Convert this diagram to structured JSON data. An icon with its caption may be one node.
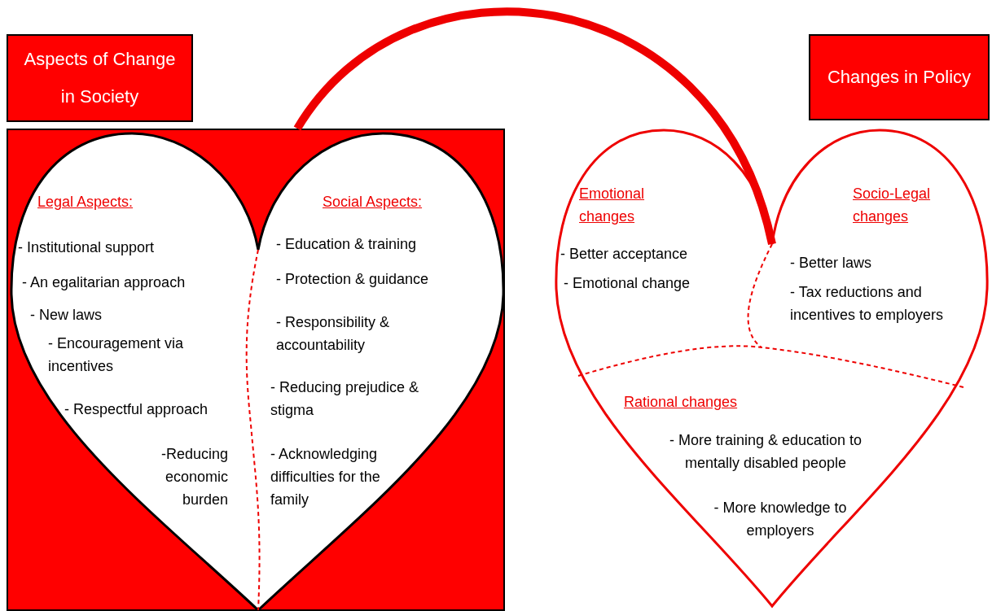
{
  "diagram": {
    "nodes": [
      {
        "text": [
          "Aspects of Change in Society"
        ]
      },
      {
        "text": [
          "Changes in Policy"
        ]
      },
      {
        "text": [],
        "shape": "box"
      },
      {
        "text": [],
        "shape": "heart",
        "in": 2
      },
      {
        "text": [
          "Legal Aspects:",
          "- Institutional support",
          "- An egalitarian approach",
          "- New laws",
          "- Encouragement via incentives",
          "- Respectful approach",
          "-Reducing economic burden"
        ],
        "in": 3
      },
      {
        "text": [
          "Social Aspects:",
          "- Education & training",
          "- Protection & guidance",
          "- Responsibility & accountability",
          "- Reducing prejudice & stigma",
          "- Acknowledging difficulties for the family"
        ],
        "in": 3
      },
      {
        "text": [],
        "shape": "heart"
      },
      {
        "text": [
          "Emotional changes",
          "- Better acceptance",
          "- Emotional change"
        ],
        "in": 6
      },
      {
        "text": [
          "Socio-Legal changes",
          "- Better laws",
          "- Tax reductions and incentives to employers"
        ],
        "in": 6
      },
      {
        "text": [
          "Rational changes",
          "- More training & education to mentally disabled people",
          "- More knowledge to employers"
        ],
        "in": 6
      }
    ],
    "edges": [
      {
        "from": 2,
        "to": 6,
        "arrow": "none"
      }
    ]
  }
}
